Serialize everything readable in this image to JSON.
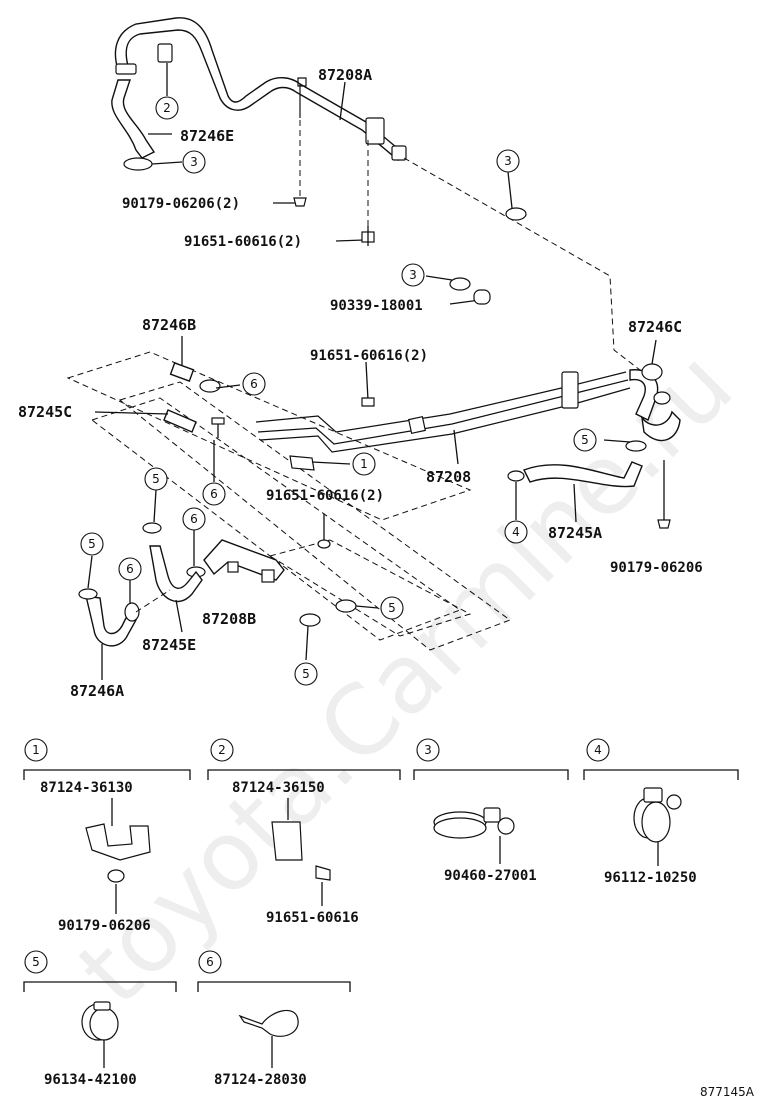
{
  "watermark": "toyota.Carmine.ru",
  "figure_code": "877145A",
  "callouts": {
    "p87208A": "87208A",
    "p87246E": "87246E",
    "p90179_06206_2": "90179-06206(2)",
    "p91651_60616_2a": "91651-60616(2)",
    "p90339_18001": "90339-18001",
    "p87246B": "87246B",
    "p87246C": "87246C",
    "p91651_60616_2b": "91651-60616(2)",
    "p87245C": "87245C",
    "p87208": "87208",
    "p91651_60616_2c": "91651-60616(2)",
    "p87245A": "87245A",
    "p90179_06206": "90179-06206",
    "p87208B": "87208B",
    "p87245E": "87245E",
    "p87246A": "87246A"
  },
  "circle_refs": {
    "c2a": "2",
    "c3a": "3",
    "c3b": "3",
    "c3c": "3",
    "c6a": "6",
    "c1a": "1",
    "c6b": "6",
    "c5a": "5",
    "c5b": "5",
    "c6c": "6",
    "c5c": "5",
    "c6d": "6",
    "c4a": "4",
    "c5d": "5",
    "c5e": "5"
  },
  "detail_groups": [
    {
      "num": "1",
      "parts": [
        "87124-36130",
        "90179-06206"
      ]
    },
    {
      "num": "2",
      "parts": [
        "87124-36150",
        "91651-60616"
      ]
    },
    {
      "num": "3",
      "parts": [
        "90460-27001"
      ]
    },
    {
      "num": "4",
      "parts": [
        "96112-10250"
      ]
    },
    {
      "num": "5",
      "parts": [
        "96134-42100"
      ]
    },
    {
      "num": "6",
      "parts": [
        "87124-28030"
      ]
    }
  ]
}
